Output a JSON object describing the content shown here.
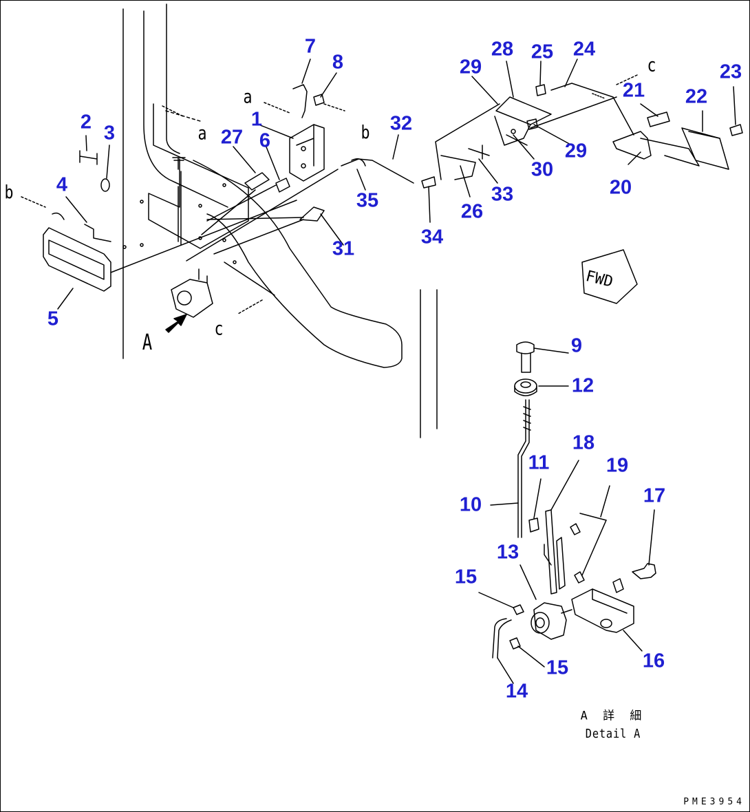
{
  "callouts": [
    "1",
    "2",
    "3",
    "4",
    "5",
    "6",
    "7",
    "8",
    "9",
    "10",
    "11",
    "12",
    "13",
    "14",
    "15",
    "15",
    "16",
    "17",
    "18",
    "19",
    "20",
    "21",
    "22",
    "23",
    "24",
    "25",
    "26",
    "27",
    "28",
    "29",
    "29",
    "30",
    "31",
    "32",
    "33",
    "34",
    "35"
  ],
  "marks": {
    "a1": "a",
    "a2": "a",
    "b1": "b",
    "b2": "b",
    "c1": "c",
    "c2": "c",
    "view": "A"
  },
  "fwd_label": "FWD",
  "detail_label_ja": "A 詳 細",
  "detail_label_en": "Detail A",
  "drawing_code": "PME3954",
  "colors": {
    "callout": "#1f1fd1",
    "line": "#000000"
  }
}
